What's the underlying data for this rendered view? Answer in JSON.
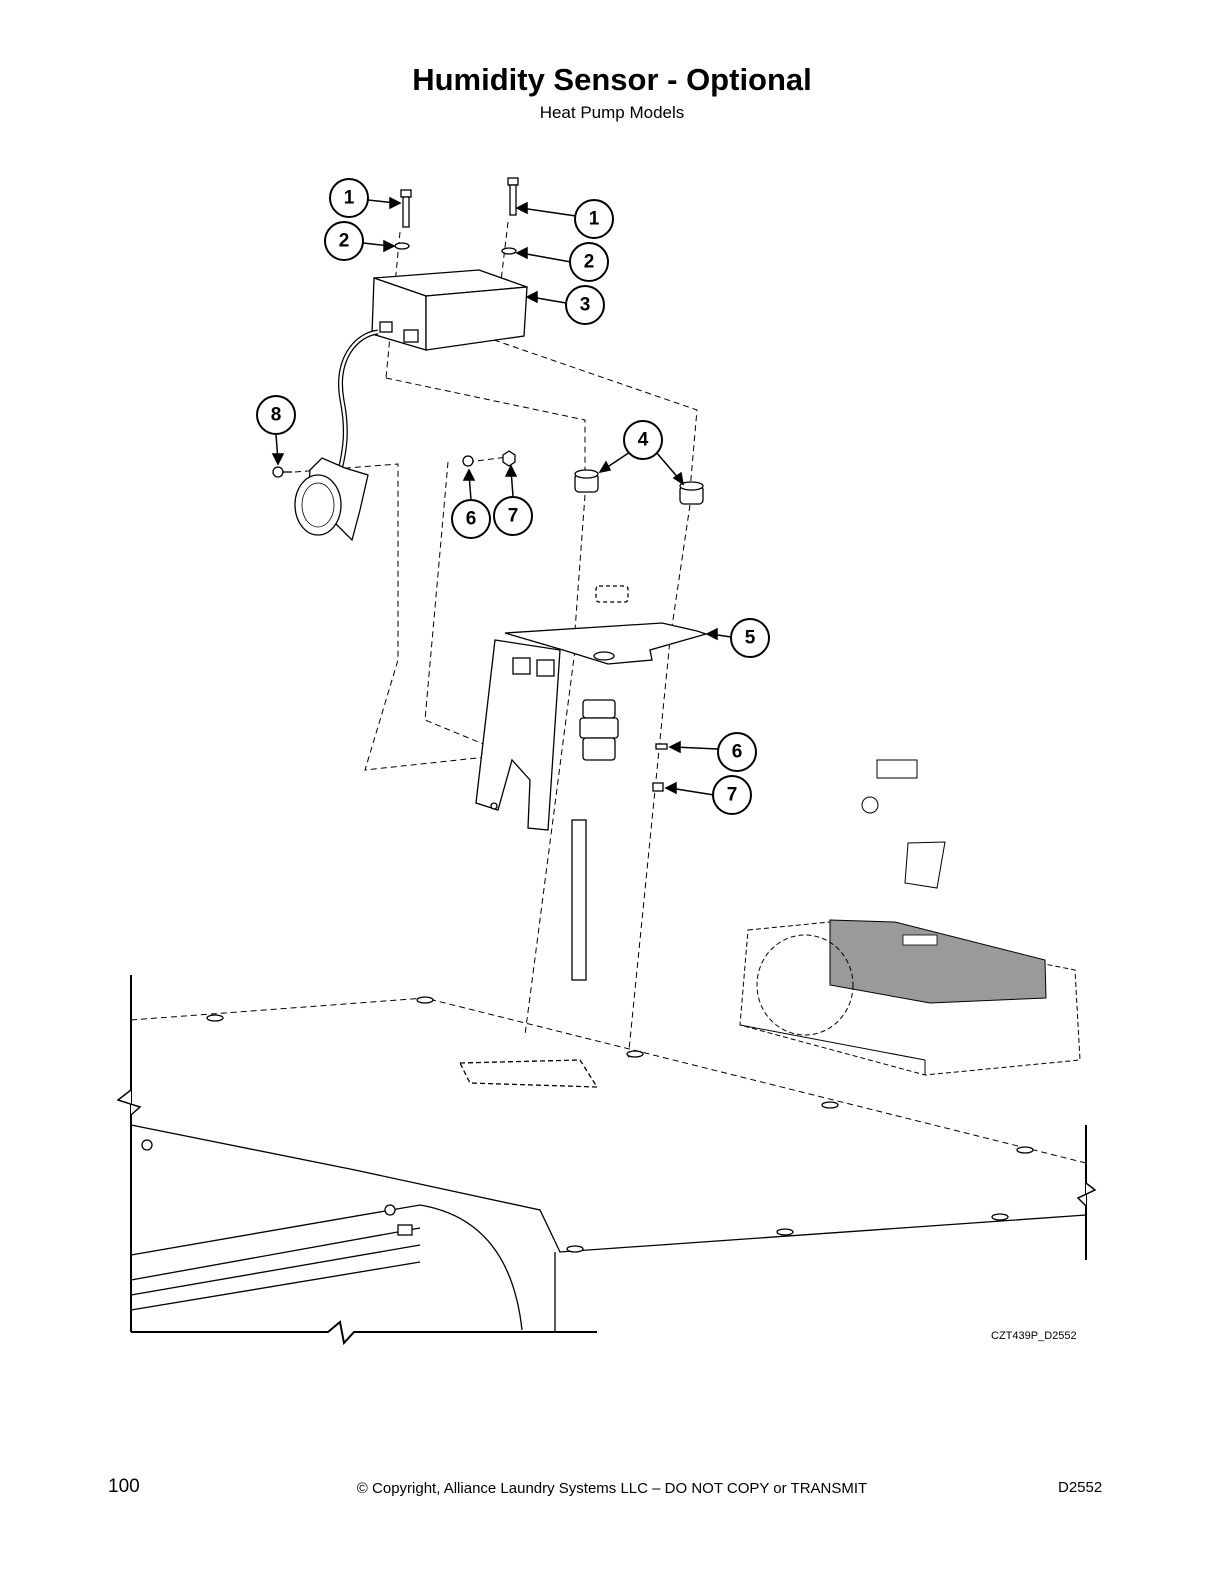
{
  "header": {
    "title": "Humidity Sensor - Optional",
    "subtitle": "Heat Pump Models"
  },
  "callouts": [
    {
      "id": "c1a",
      "number": "1"
    },
    {
      "id": "c1b",
      "number": "1"
    },
    {
      "id": "c2a",
      "number": "2"
    },
    {
      "id": "c2b",
      "number": "2"
    },
    {
      "id": "c3",
      "number": "3"
    },
    {
      "id": "c4",
      "number": "4"
    },
    {
      "id": "c5",
      "number": "5"
    },
    {
      "id": "c6a",
      "number": "6"
    },
    {
      "id": "c6b",
      "number": "6"
    },
    {
      "id": "c7a",
      "number": "7"
    },
    {
      "id": "c7b",
      "number": "7"
    },
    {
      "id": "c8",
      "number": "8"
    }
  ],
  "drawing_code": "CZT439P_D2552",
  "footer": {
    "page_number": "100",
    "copyright": "© Copyright, Alliance Laundry Systems LLC – DO NOT COPY or TRANSMIT",
    "doc_code": "D2552"
  }
}
